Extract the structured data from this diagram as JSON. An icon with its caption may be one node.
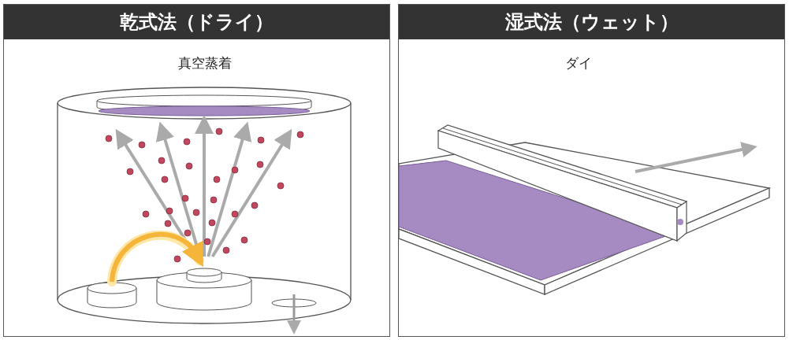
{
  "diagram": {
    "nodes": [
      {
        "text": [
          "乾式法（ドライ）",
          "真空蒸着"
        ]
      },
      {
        "text": [
          "湿式法（ウェット）",
          "ダイ"
        ]
      }
    ]
  }
}
